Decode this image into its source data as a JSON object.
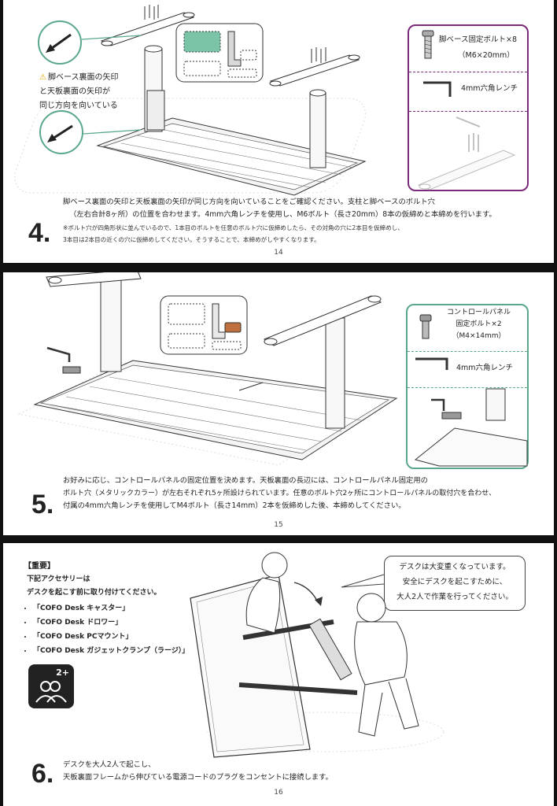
{
  "pages": [
    {
      "step": "4.",
      "warning_lines": [
        "脚ベース裏面の矢印",
        "と天板裏面の矢印が",
        "同じ方向を向いている"
      ],
      "parts": [
        {
          "label": "脚ベース固定ボルト×8",
          "sub": "（M6×20mm）"
        },
        {
          "label": "4mm六角レンチ"
        }
      ],
      "text_lines": [
        "脚ベース裏面の矢印と天板裏面の矢印が同じ方向を向いていることをご確認ください。支柱と脚ベースのボルト穴",
        "（左右合計8ヶ所）の位置を合わせます。4mm六角レンチを使用し、M6ボルト（長さ20mm）8本の仮締めと本締めを行います。"
      ],
      "note_lines": [
        "※ボルト穴が四角形状に並んでいるので、1本目のボルトを任意のボルト穴に仮締めしたら、その対角の穴に2本目を仮締めし、",
        "3本目は2本目の近くの穴に仮締めしてください。そうすることで、本締めがしやすくなります。"
      ],
      "page_number": "14",
      "accent": "#7a2a7a"
    },
    {
      "step": "5.",
      "parts": [
        {
          "label": "コントロールパネル",
          "sub": "固定ボルト×2",
          "sub2": "（M4×14mm）"
        },
        {
          "label": "4mm六角レンチ"
        }
      ],
      "text_lines": [
        "お好みに応じ、コントロールパネルの固定位置を決めます。天板裏面の長辺には、コントロールパネル固定用の",
        "ボルト穴（メタリックカラー）が左右それぞれ5ヶ所設けられています。任意のボルト穴2ヶ所にコントロールパネルの取付穴を合わせ、",
        "付属の4mm六角レンチを使用してM4ボルト（長さ14mm）2本を仮締めした後、本締めしてください。"
      ],
      "page_number": "15",
      "accent": "#5aa88a"
    },
    {
      "step": "6.",
      "important_title": "【重要】",
      "important_lines": [
        "下記アクセサリーは",
        "デスクを起こす前に取り付けてください。"
      ],
      "accessories": [
        "「COFO Desk キャスター」",
        "「COFO Desk ドロワー」",
        "「COFO Desk PCマウント」",
        "「COFO Desk ガジェットクランプ（ラージ）」"
      ],
      "badge": "2+",
      "speech_lines": [
        "デスクは大変重くなっています。",
        "安全にデスクを起こすために、",
        "大人2人で作業を行ってください。"
      ],
      "text_lines": [
        "デスクを大人2人で起こし、",
        "天板裏面フレームから伸びている電源コードのプラグをコンセントに接続します。"
      ],
      "page_number": "16"
    }
  ],
  "icons": [
    "warning-icon",
    "arrow-icon",
    "bolt-icon",
    "hex-wrench-icon",
    "people-icon"
  ]
}
